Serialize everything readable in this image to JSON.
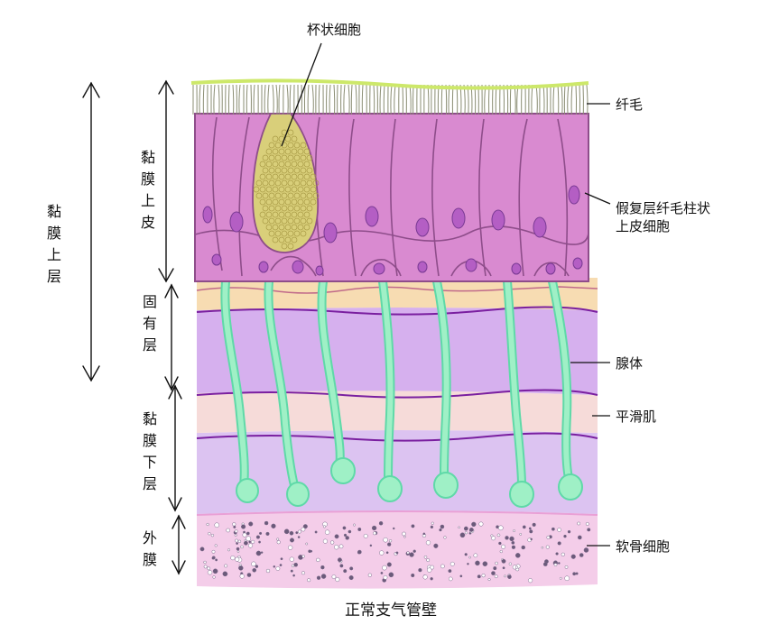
{
  "caption": "正常支气管壁",
  "labels": {
    "goblet_cell": "杯状细胞",
    "cilia": "纤毛",
    "epithelial_cell_line1": "假复层纤毛柱状",
    "epithelial_cell_line2": "上皮细胞",
    "gland": "腺体",
    "smooth_muscle": "平滑肌",
    "chondrocyte": "软骨细胞"
  },
  "regions": {
    "mucosa_layer": [
      "黏",
      "膜",
      "上",
      "层"
    ],
    "epithelium": [
      "黏",
      "膜",
      "上",
      "皮"
    ],
    "lamina_propria": [
      "固",
      "有",
      "层"
    ],
    "submucosa": [
      "黏",
      "膜",
      "下",
      "层"
    ],
    "adventitia": [
      "外",
      "膜"
    ]
  },
  "colors": {
    "cilia_line": "#cde86a",
    "cilia": "#8a8d73",
    "epithelium": "#d98ad0",
    "cell_border": "#8e4d8a",
    "nucleus": "#b45ec4",
    "goblet": "#d9cf7a",
    "lamina_top": "#f7dcb2",
    "lamina": "#d6b0ee",
    "muscle_band": "#f6dbd9",
    "submucosa": "#dcc3f1",
    "adventitia": "#f4cde9",
    "purple_line": "#7a1fa0",
    "gland": "#9ff0c6",
    "gland_edge": "#5fd9a8"
  }
}
